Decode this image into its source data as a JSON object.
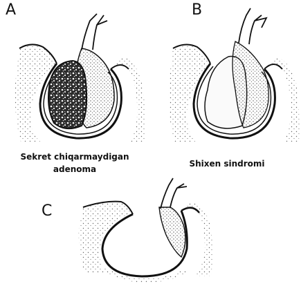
{
  "panels": [
    {
      "letter": "A",
      "caption_lines": [
        "Sekret chiqarmaydigan",
        "adenoma"
      ]
    },
    {
      "letter": "B",
      "caption_lines": [
        "Shixen sindromi"
      ]
    },
    {
      "letter": "C",
      "caption_lines": []
    }
  ],
  "colors": {
    "ink": "#111111",
    "stipple": "#555555",
    "paper": "#ffffff"
  }
}
